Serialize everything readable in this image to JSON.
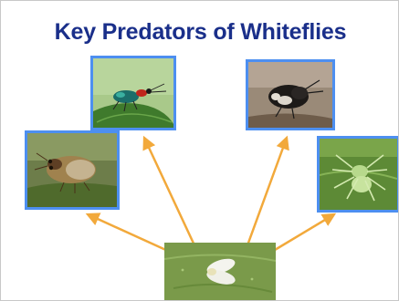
{
  "slide": {
    "title": "Key Predators of Whiteflies"
  },
  "colors": {
    "title": "#1a2f8a",
    "frame": "#4d8ff0",
    "arrow": "#f2a93b"
  },
  "images": [
    {
      "name": "lady-beetle-photo",
      "icon": "beetle-on-leaf-photo"
    },
    {
      "name": "big-eyed-bug-photo",
      "icon": "bug-on-leaf-photo"
    },
    {
      "name": "pirate-bug-photo",
      "icon": "black-bug-photo"
    },
    {
      "name": "spider-photo",
      "icon": "spider-on-leaf-photo"
    },
    {
      "name": "whitefly-photo",
      "icon": "whitefly-on-leaf-photo"
    }
  ]
}
